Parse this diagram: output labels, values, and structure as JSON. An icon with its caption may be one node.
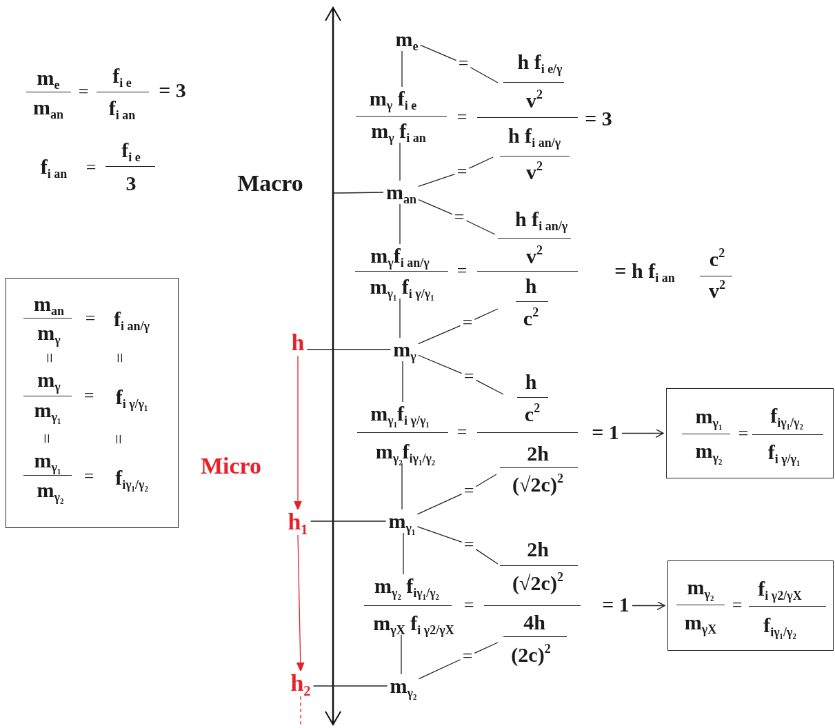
{
  "diagram": {
    "nodes": [
      {
        "text": [
          "m$_{an}$",
          "m$_{γ}$",
          "=",
          "f$_{i an/γ}$",
          "=",
          "=",
          "m$_{γ}$",
          "m$_{γ₁}$",
          "=",
          "f$_{i γ/γ₁}$",
          "=",
          "=",
          "m$_{γ₁}$",
          "m$_{γ₂}$",
          "=",
          "f$_{iγ₁/γ₂}$"
        ]
      },
      {
        "text": [
          "h"
        ]
      },
      {
        "text": [
          "h$_{1}$"
        ]
      },
      {
        "text": [
          "h$_{2}$"
        ]
      },
      {
        "text": [
          "m$_{e}$"
        ]
      },
      {
        "text": [
          "m$_{an}$"
        ]
      },
      {
        "text": [
          "m$_{γ}$"
        ]
      },
      {
        "text": [
          "m$_{γ₁}$"
        ]
      },
      {
        "text": [
          "m$_{γ₂}$"
        ]
      },
      {
        "text": [
          "= 1"
        ]
      },
      {
        "text": [
          "m$_{γ₁}$",
          "m$_{γ₂}$",
          "=",
          "f$_{iγ₁/γ₂}$",
          "f$_{i γ/γ₁}$"
        ]
      },
      {
        "text": [
          "= 1"
        ]
      },
      {
        "text": [
          "m$_{γ₂}$",
          "m$_{γX}$",
          "=",
          "f$_{i γ2/γX}$",
          "f$_{iγ₁/γ₂}$"
        ]
      },
      {
        "text": [
          "m$_{γ}$ f$_{i e}$"
        ]
      },
      {
        "text": [
          "m$_{γ}$ f$_{i an}$"
        ]
      },
      {
        "text": [
          "m$_{γ}$f$_{i an/γ}$"
        ]
      },
      {
        "text": [
          "m$_{γ₁}$ f$_{i γ/γ₁}$"
        ]
      },
      {
        "text": [
          "m$_{γ₁}$f$_{i γ/γ₁}$"
        ]
      },
      {
        "text": [
          "m$_{γ₂}$f$_{iγ₁/γ₂}$"
        ]
      },
      {
        "text": [
          "m$_{γ₂}$ f$_{iγ₁/γ₂}$"
        ]
      },
      {
        "text": [
          "m$_{γX}$ f$_{i γ2/γX}$"
        ]
      },
      {
        "text": [
          "="
        ]
      },
      {
        "text": [
          "="
        ]
      },
      {
        "text": [
          "="
        ]
      },
      {
        "text": [
          "="
        ]
      },
      {
        "text": [
          "="
        ]
      },
      {
        "text": [
          "="
        ]
      },
      {
        "text": [
          "="
        ]
      },
      {
        "text": [
          "="
        ]
      }
    ],
    "edges": [
      {
        "from": 1,
        "to": 2,
        "arrow": "to",
        "color": "#e8202a"
      },
      {
        "from": 2,
        "to": 3,
        "arrow": "to",
        "color": "#e8202a"
      },
      {
        "from": 3,
        "to": null,
        "arrow": "none",
        "style": "dashed",
        "color": "#e8202a"
      },
      {
        "from": 1,
        "to": 6,
        "arrow": "none"
      },
      {
        "from": 2,
        "to": 7,
        "arrow": "none"
      },
      {
        "from": 3,
        "to": 8,
        "arrow": "none"
      },
      {
        "from": null,
        "to": 5,
        "arrow": "none"
      },
      {
        "from": 9,
        "to": 10,
        "arrow": "to"
      },
      {
        "from": 11,
        "to": 12,
        "arrow": "to"
      },
      {
        "from": 4,
        "to": 13,
        "arrow": "none"
      },
      {
        "from": 14,
        "to": 5,
        "arrow": "none"
      },
      {
        "from": 5,
        "to": 15,
        "arrow": "none"
      },
      {
        "from": 16,
        "to": 6,
        "arrow": "none"
      },
      {
        "from": 6,
        "to": 17,
        "arrow": "none"
      },
      {
        "from": 18,
        "to": 7,
        "arrow": "none"
      },
      {
        "from": 7,
        "to": 19,
        "arrow": "none"
      },
      {
        "from": 20,
        "to": 8,
        "arrow": "none"
      },
      {
        "from": 4,
        "to": 21,
        "arrow": "none"
      },
      {
        "from": 21,
        "to": null,
        "arrow": "none"
      },
      {
        "from": 5,
        "to": 22,
        "arrow": "none"
      },
      {
        "from": 22,
        "to": null,
        "arrow": "none"
      },
      {
        "from": 5,
        "to": 23,
        "arrow": "none"
      },
      {
        "from": 23,
        "to": null,
        "arrow": "none"
      },
      {
        "from": 6,
        "to": 24,
        "arrow": "none"
      },
      {
        "from": 24,
        "to": null,
        "arrow": "none"
      },
      {
        "from": 6,
        "to": 25,
        "arrow": "none"
      },
      {
        "from": 25,
        "to": null,
        "arrow": "none"
      },
      {
        "from": 7,
        "to": 26,
        "arrow": "none"
      },
      {
        "from": 26,
        "to": null,
        "arrow": "none"
      },
      {
        "from": 7,
        "to": 27,
        "arrow": "none"
      },
      {
        "from": 27,
        "to": null,
        "arrow": "none"
      },
      {
        "from": 8,
        "to": 28,
        "arrow": "none"
      },
      {
        "from": 28,
        "to": null,
        "arrow": "none"
      }
    ],
    "labels": [
      "m$_{e}$",
      "m$_{an}$",
      "=",
      "f$_{i e}$",
      "f$_{i an}$",
      "= 3",
      "f$_{i an}$",
      "=",
      "f$_{i e}$",
      "3",
      "Macro",
      "Micro",
      "h f$_{i e/γ}$",
      "=",
      "v$^{2}$",
      "h f$_{i an/γ}$",
      "v$^{2}$",
      "= 3",
      "h f$_{i an/γ}$",
      "v$^{2}$",
      "=",
      "h",
      "c$^{2}$",
      "= h f$_{i an}$",
      "c$^{2}$",
      "v$^{2}$",
      "h",
      "c$^{2}$",
      "=",
      "2h",
      "(√2c)$^{2}$",
      "2h",
      "(√2c)$^{2}$",
      "=",
      "4h",
      "(2c)$^{2}$"
    ]
  }
}
